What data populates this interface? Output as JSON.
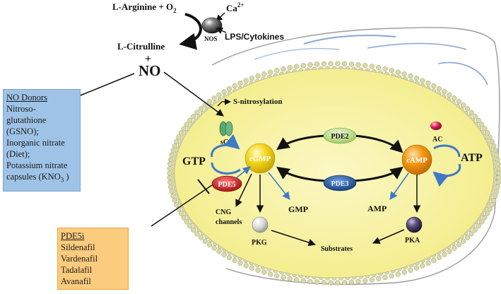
{
  "reaction": {
    "substrate": "L-Arginine + O",
    "substrate_sub": "2",
    "calcium": "Ca",
    "calcium_sup": "2+",
    "enzyme": "NOS",
    "activators": "LPS/Cytokines",
    "product": "L-Citrulline",
    "plus": "+",
    "no": "NO"
  },
  "donors": {
    "title": "NO Donors",
    "lines": [
      "Nitroso-",
      "glutathione",
      "(GSNO);",
      "Inorganic nitrate",
      "(Diet);",
      "Potassium nitrate",
      "capsules (KNO",
      ")"
    ],
    "sub": "3"
  },
  "pde5i": {
    "title": "PDE5i",
    "drugs": [
      "Sildenafil",
      "Vardenafil",
      "Tadalafil",
      "Avanafil"
    ]
  },
  "cell": {
    "s_nitrosylation": "S-nitrosylation",
    "sgc": "sGC",
    "gtp": "GTP",
    "cgmp": "cGMP",
    "gmp": "GMP",
    "pde2": "PDE2",
    "pde3": "PDE3",
    "pde5": "PDE5",
    "camp": "cAMP",
    "amp": "AMP",
    "ac": "AC",
    "atp": "ATP",
    "pkg": "PKG",
    "pka": "PKA",
    "substrates": "Substrates",
    "cng_line1": "CNG",
    "cng_line2": "channels"
  },
  "colors": {
    "cytoplasm": "#f7f29a",
    "membrane_bead": "#d9d9a8",
    "cgmp": "#f0d21a",
    "camp": "#f39a12",
    "pde2": "#b9dc7a",
    "pde3": "#1e5aa8",
    "pde5": "#e01818",
    "ac": "#e0205a",
    "sgc": "#5aa870",
    "donors_bg": "#9ec3e6",
    "pde5i_bg": "#fbcb7e"
  }
}
